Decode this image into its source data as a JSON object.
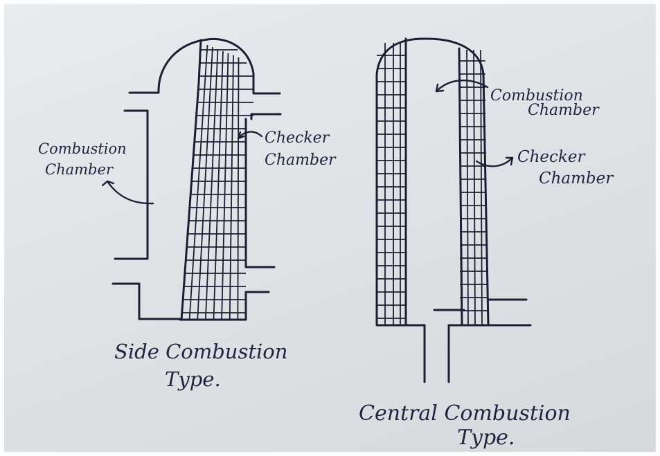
{
  "side_stove": {
    "caption_line1": "Side Combustion",
    "caption_line2": "Type.",
    "combustion_label_line1": "Combustion",
    "combustion_label_line2": "Chamber",
    "checker_label_line1": "Checker",
    "checker_label_line2": "Chamber"
  },
  "central_stove": {
    "caption_line1": "Central Combustion",
    "caption_line2": "Type.",
    "combustion_label_line1": "Combustion",
    "combustion_label_line2": "Chamber",
    "checker_label_line1": "Checker",
    "checker_label_line2": "Chamber"
  },
  "colors": {
    "ink": "#1b1f33",
    "paper": "#e3e6e8"
  }
}
